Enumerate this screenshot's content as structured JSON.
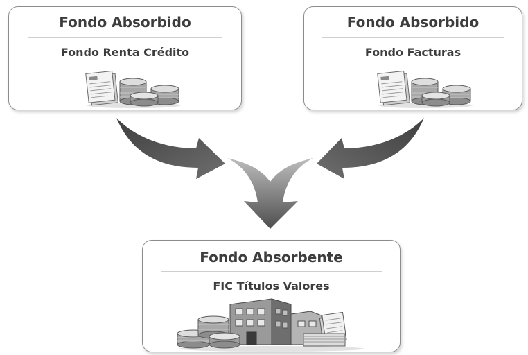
{
  "boxes": [
    {
      "title": "Fondo Absorbido",
      "subtitle": "Fondo Renta Crédito",
      "icon": "documents-and-coins-icon"
    },
    {
      "title": "Fondo Absorbido",
      "subtitle": "Fondo Facturas",
      "icon": "documents-and-coins-icon"
    },
    {
      "title": "Fondo Absorbente",
      "subtitle": "FIC Títulos Valores",
      "icon": "building-coins-documents-icon"
    }
  ],
  "colors": {
    "arrow": "#5c5c5c",
    "box_border": "#8c8c8c",
    "text": "#3d3d3d"
  }
}
